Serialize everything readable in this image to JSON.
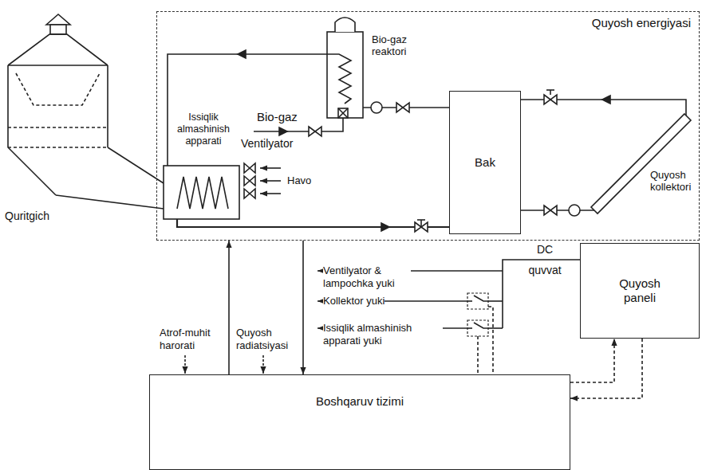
{
  "diagram": {
    "nodes": [
      {
        "text": [
          "Quyosh energiyasi"
        ]
      },
      {
        "text": [
          "Bak"
        ],
        "in": 0
      },
      {
        "text": [
          "Quyosh paneli"
        ]
      },
      {
        "text": [
          "Boshqaruv tizimi"
        ]
      }
    ],
    "edges": [
      {
        "from": 3,
        "to": 0,
        "arrow": "to"
      },
      {
        "from": 0,
        "to": 3,
        "arrow": "to"
      },
      {
        "from": 3,
        "to": 2,
        "arrow": "to"
      },
      {
        "from": 2,
        "to": 3,
        "arrow": "to"
      }
    ],
    "labels": [
      "Quritgich",
      "Issiqlik almashinish apparati",
      "Bio-gaz reaktori",
      "Bio-gaz",
      "Ventilyator",
      "Havo",
      "Quyosh kollektori",
      "Ventilyator & lampochka yuki",
      "Kollektor yuki",
      "Issiqlik almashinish apparati yuki",
      "DC quvvat",
      "Atrof-muhit harorati",
      "Quyosh radiatsiyasi"
    ]
  }
}
